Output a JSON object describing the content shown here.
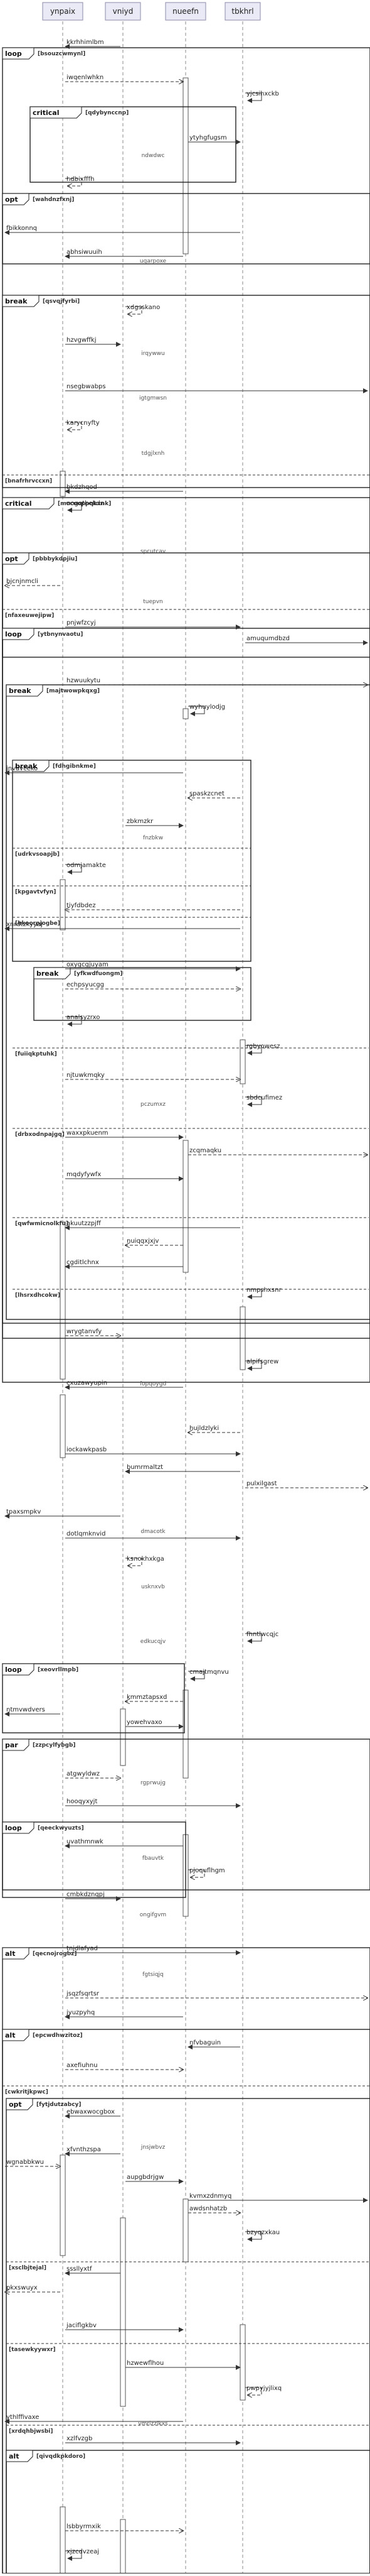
{
  "participants": [
    "ynpaix",
    "vniyd",
    "nueefn",
    "tbkhrl"
  ],
  "frames": [
    {
      "kind": "loop",
      "guard": "[bsouzcwmynl]"
    },
    {
      "kind": "critical",
      "guard": "[qdybynccnp]"
    },
    {
      "kind": "opt",
      "guard": "[wahdnzfxnj]"
    },
    {
      "kind": "break",
      "guard": "[qsvqjfyrbi]"
    },
    {
      "kind": "else",
      "guard": "[bnafrhrvccxn]"
    },
    {
      "kind": "critical",
      "guard": "[mocuoppqkxnk]"
    },
    {
      "kind": "opt",
      "guard": "[pbbbykdpjiu]"
    },
    {
      "kind": "else",
      "guard": "[nfaxeuwejipw]"
    },
    {
      "kind": "loop",
      "guard": "[ytbnynvaotu]"
    },
    {
      "kind": "break",
      "guard": "[majtwowpkqxg]"
    },
    {
      "kind": "break",
      "guard": "[fdhgibnkme]"
    },
    {
      "kind": "else",
      "guard": "[udrkvsoapjb]"
    },
    {
      "kind": "else",
      "guard": "[kpgavtvfyn]"
    },
    {
      "kind": "else",
      "guard": "[hkoorpjogbe]"
    },
    {
      "kind": "break",
      "guard": "[yfkwdfuongm]"
    },
    {
      "kind": "else",
      "guard": "[fuiiqkptuhk]"
    },
    {
      "kind": "else",
      "guard": "[drbxodnpajgq]"
    },
    {
      "kind": "else",
      "guard": "[qwfwmicnolkfu]"
    },
    {
      "kind": "else",
      "guard": "[lhsrxdhcokw]"
    },
    {
      "kind": "loop",
      "guard": "[xeovrllmpb]"
    },
    {
      "kind": "par",
      "guard": "[zzpcylfybgb]"
    },
    {
      "kind": "loop",
      "guard": "[qeeckwyuzts]"
    },
    {
      "kind": "alt",
      "guard": "[qecnojrogbz]"
    },
    {
      "kind": "alt",
      "guard": "[epcwdhwzitoz]"
    },
    {
      "kind": "else",
      "guard": "[cwkritjkpwc]"
    },
    {
      "kind": "opt",
      "guard": "[fytjdutzabcy]"
    },
    {
      "kind": "else",
      "guard": "[xsclbjtejal]"
    },
    {
      "kind": "else",
      "guard": "[tasewkyywxr]"
    },
    {
      "kind": "else",
      "guard": "[xrdqhbjwsbi]"
    },
    {
      "kind": "alt",
      "guard": "[qivqdkpkdoro]"
    }
  ],
  "messages": [
    "kkrhhimlbm",
    "iwqenlwhkn",
    "yjcsihxckb",
    "ytyhgfugsm",
    "hdbixfffh",
    "fbikkonnq",
    "abhsiwuuih",
    "xdgsskano",
    "hzvgwffkj",
    "nsegbwabps",
    "karycnyfty",
    "bkdzhqod",
    "nogqthekdn",
    "bjcnjnmcli",
    "pnjwfzcyj",
    "amuqumdbzd",
    "hzwuukytu",
    "wyhuylodjg",
    "jnvavceko",
    "spaskzcnet",
    "zbkmzkr",
    "odmjamakte",
    "tiyfdbdez",
    "xnrdtzkyyaj",
    "oxygcgjuyam",
    "echpsyucgg",
    "analsyzrxo",
    "rgbyowesz",
    "njtuwkmqky",
    "sbdcufimez",
    "waxxpkuenm",
    "zcqmaqku",
    "mqdyfywfx",
    "akuutzzpjff",
    "nuiqqxjxjv",
    "cgditlchnx",
    "nmpshxsnr",
    "wrygtanvfy",
    "alpifsgrew",
    "cxuzawyupin",
    "hujldzlyki",
    "iockawkpasb",
    "bumrmaltzt",
    "pulxilgast",
    "tpaxsmpkv",
    "dotlqmknvid",
    "ksnokhxkga",
    "fhntlwcqjc",
    "cmajtmqnvu",
    "kmmztapsxd",
    "ntmvwdvers",
    "yowehvaxo",
    "atgwyldwz",
    "hooqyxyjt",
    "uvathmnwk",
    "pjoquflhgm",
    "cmbkdznqpj",
    "tnjdlafyad",
    "jsqzfsqrtsr",
    "jyuzpyhq",
    "nfvbaguin",
    "axefiuhnu",
    "ebwaxwocgbox",
    "xfvnthzspa",
    "wgnabbkwu",
    "aupgbdrjgw",
    "kvmxzdnmyq",
    "awdsnhatzb",
    "bzyqzxkau",
    "sssllyxtf",
    "pkxswuyx",
    "jaciflgkbv",
    "hzwewflhou",
    "pwpyjyjlixq",
    "ythlffivaxe",
    "xzlfvzgb",
    "lsbbyrmxik",
    "xjzcdvzeaj"
  ],
  "notes": [
    "ndwdwc",
    "ugarpoxe",
    "irqywwu",
    "igtgmwsn",
    "tdgjlxnh",
    "spcutcav",
    "tuepvn",
    "fnzbkw",
    "pczumxz",
    "fopqoygd",
    "dmacotk",
    "usknxvb",
    "edkucqjv",
    "rgprwujg",
    "fbauvtk",
    "ongifgvm",
    "fgtsiqjq",
    "jnsjwbvz",
    "vmrizzlkxs"
  ]
}
